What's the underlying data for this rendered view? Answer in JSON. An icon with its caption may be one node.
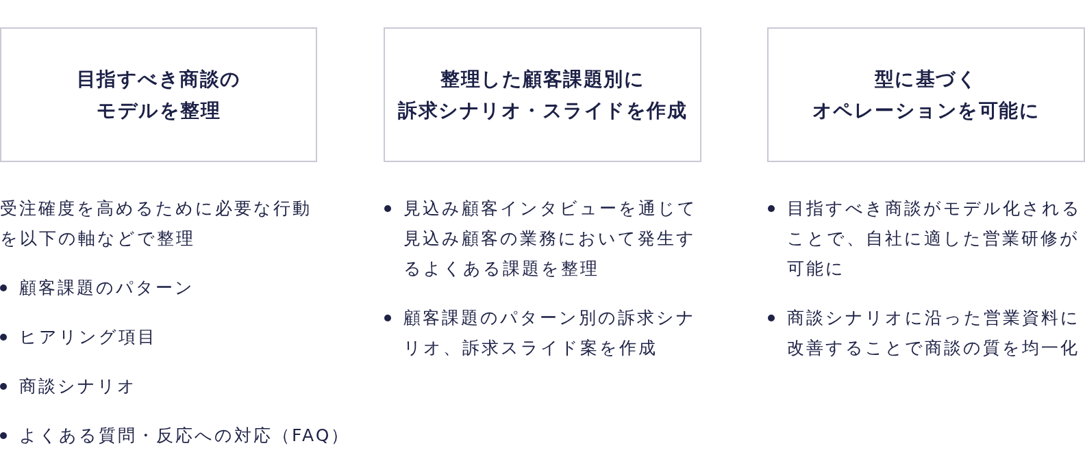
{
  "diagram": {
    "nodes": [
      {
        "text": [
          "目指すべき商談のモデルを整理"
        ],
        "beside": [
          "受注確度を高めるために必要な行動を以下の軸などで整理",
          "顧客課題のパターン",
          "ヒアリング項目",
          "商談シナリオ",
          "よくある質問・反応への対応（FAQ）"
        ]
      },
      {
        "text": [
          "整理した顧客課題別に訴求シナリオ・スライドを作成"
        ],
        "beside": [
          "見込み顧客インタビューを通じて見込み顧客の業務において発生するよくある課題を整理",
          "顧客課題のパターン別の訴求シナリオ、訴求スライド案を作成"
        ]
      },
      {
        "text": [
          "型に基づくオペレーションを可能に"
        ],
        "beside": [
          "目指すべき商談がモデル化されることで、自社に適した営業研修が可能に",
          "商談シナリオに沿った営業資料に改善することで商談の質を均一化"
        ]
      }
    ]
  }
}
